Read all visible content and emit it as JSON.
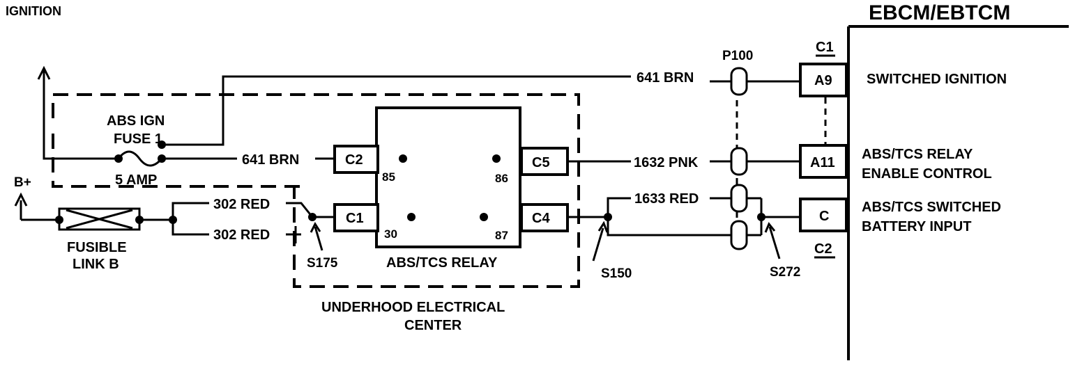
{
  "labels": {
    "ignition": "IGNITION",
    "module_title": "EBCM/EBTCM",
    "connector_c1": "C1",
    "connector_c2": "C2",
    "p100": "P100",
    "pin_a9": "A9",
    "pin_a11": "A11",
    "pin_c": "C",
    "switched_ignition": "SWITCHED IGNITION",
    "enable_line1": "ABS/TCS RELAY",
    "enable_line2": "ENABLE CONTROL",
    "battery_line1": "ABS/TCS SWITCHED",
    "battery_line2": "BATTERY INPUT",
    "fuse_line1": "ABS IGN",
    "fuse_line2": "FUSE 1",
    "fuse_rating": "5 AMP",
    "b_plus": "B+",
    "fusible_line1": "FUSIBLE",
    "fusible_line2": "LINK B",
    "wire_641_top": "641 BRN",
    "wire_641_mid": "641 BRN",
    "wire_302_top": "302 RED",
    "wire_302_bottom": "302 RED",
    "wire_1632": "1632 PNK",
    "wire_1633": "1633 RED",
    "relay_c2": "C2",
    "relay_c5": "C5",
    "relay_c1": "C1",
    "relay_c4": "C4",
    "pin_85": "85",
    "pin_86": "86",
    "pin_30": "30",
    "pin_87": "87",
    "relay_name": "ABS/TCS RELAY",
    "splice_s175": "S175",
    "splice_s150": "S150",
    "splice_s272": "S272",
    "underhood_line1": "UNDERHOOD ELECTRICAL",
    "underhood_line2": "CENTER"
  }
}
